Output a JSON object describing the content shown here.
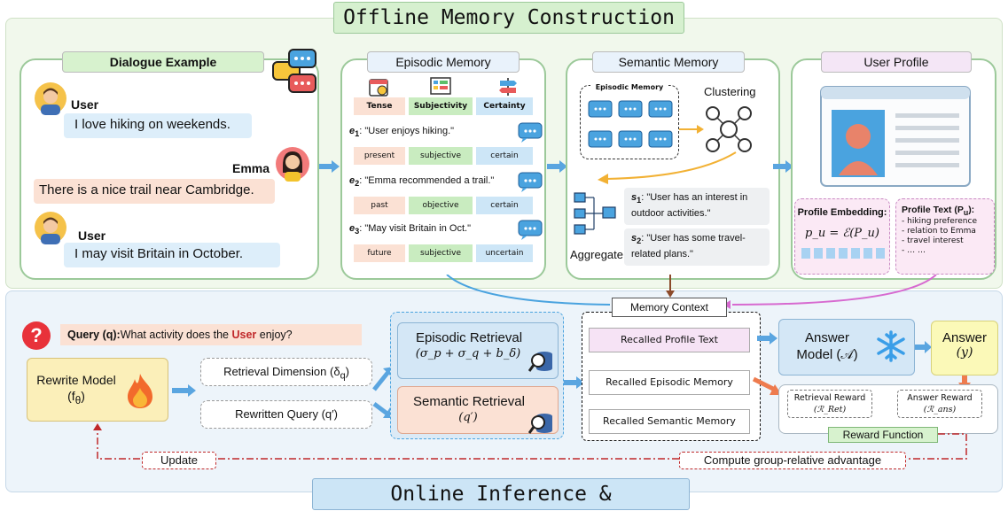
{
  "banners": {
    "offline": "Offline Memory Construction",
    "online": "Online Inference & Optimization"
  },
  "dialogue": {
    "title": "Dialogue Example",
    "user1_name": "User",
    "user1_text": "I love hiking on weekends.",
    "emma_name": "Emma",
    "emma_text": "There is a nice trail near Cambridge.",
    "user2_name": "User",
    "user2_text": "I may visit Britain in October."
  },
  "episodic": {
    "title": "Episodic Memory",
    "headers": [
      "Tense",
      "Subjectivity",
      "Certainty"
    ],
    "entries": [
      {
        "label": "e",
        "sub": "1",
        "text": ": \"User enjoys hiking.\"",
        "tags": [
          "present",
          "subjective",
          "certain"
        ]
      },
      {
        "label": "e",
        "sub": "2",
        "text": ": \"Emma recommended a trail.\"",
        "tags": [
          "past",
          "objective",
          "certain"
        ]
      },
      {
        "label": "e",
        "sub": "3",
        "text": ": \"May visit Britain in Oct.\"",
        "tags": [
          "future",
          "subjective",
          "uncertain"
        ]
      }
    ]
  },
  "semantic": {
    "title": "Semantic Memory",
    "episodic_label": "Episodic Memory",
    "clustering": "Clustering",
    "aggregate": "Aggregate",
    "s1_label": "s",
    "s1_sub": "1",
    "s1_text": ": \"User has an interest in outdoor activities.\"",
    "s2_label": "s",
    "s2_sub": "2",
    "s2_text": ": \"User has some travel-related plans.\""
  },
  "profile": {
    "title": "User Profile",
    "embedding_title": "Profile Embedding:",
    "embedding_formula": "p_u = ℰ(P_u)",
    "text_title": "Profile Text (P",
    "text_title_sub": "u",
    "text_title_end": "):",
    "text_items": [
      "- hiking preference",
      "- relation to Emma",
      "- travel interest",
      "- … …"
    ]
  },
  "online": {
    "query_label": "Query (q):",
    "query_pre": "What activity does the ",
    "query_user": "User",
    "query_post": " enjoy?",
    "rewrite_model": "Rewrite Model (f",
    "rewrite_model_sub": "θ",
    "rewrite_model_end": ")",
    "retrieval_dimension": "Retrieval Dimension (δ",
    "retrieval_dimension_sub": "q",
    "retrieval_dimension_end": ")",
    "rewritten_query": "Rewritten Query (q′)",
    "episodic_retrieval": "Episodic Retrieval",
    "episodic_formula": "(σ_p + σ_q + b_δ)",
    "semantic_retrieval": "Semantic Retrieval",
    "semantic_formula": "(q′)",
    "memory_context": "Memory Context",
    "recalled": [
      "Recalled Profile Text",
      "Recalled Episodic Memory",
      "Recalled  Semantic Memory"
    ],
    "answer_model": "Answer Model (𝒜)",
    "answer": "Answer",
    "answer_y": "(y)",
    "retrieval_reward": "Retrieval Reward",
    "retrieval_reward_sym": "(ℛ_Ret)",
    "answer_reward": "Answer Reward",
    "answer_reward_sym": "(ℛ_ans)",
    "reward_function": "Reward Function",
    "update": "Update",
    "compute": "Compute group-relative advantage"
  },
  "colors": {
    "offline_bg": "#f1f8ec",
    "online_bg": "#edf4fa",
    "card_border": "#9cc99a",
    "blue_bubble": "#ddeefa",
    "peach_bubble": "#fbe1d4",
    "arrow_blue": "#5aa5e0",
    "arrow_orange": "#ee7b4e",
    "arrow_brown": "#8b4a2a",
    "arrow_pink": "#d76ad0",
    "update_red": "#c0282a"
  }
}
